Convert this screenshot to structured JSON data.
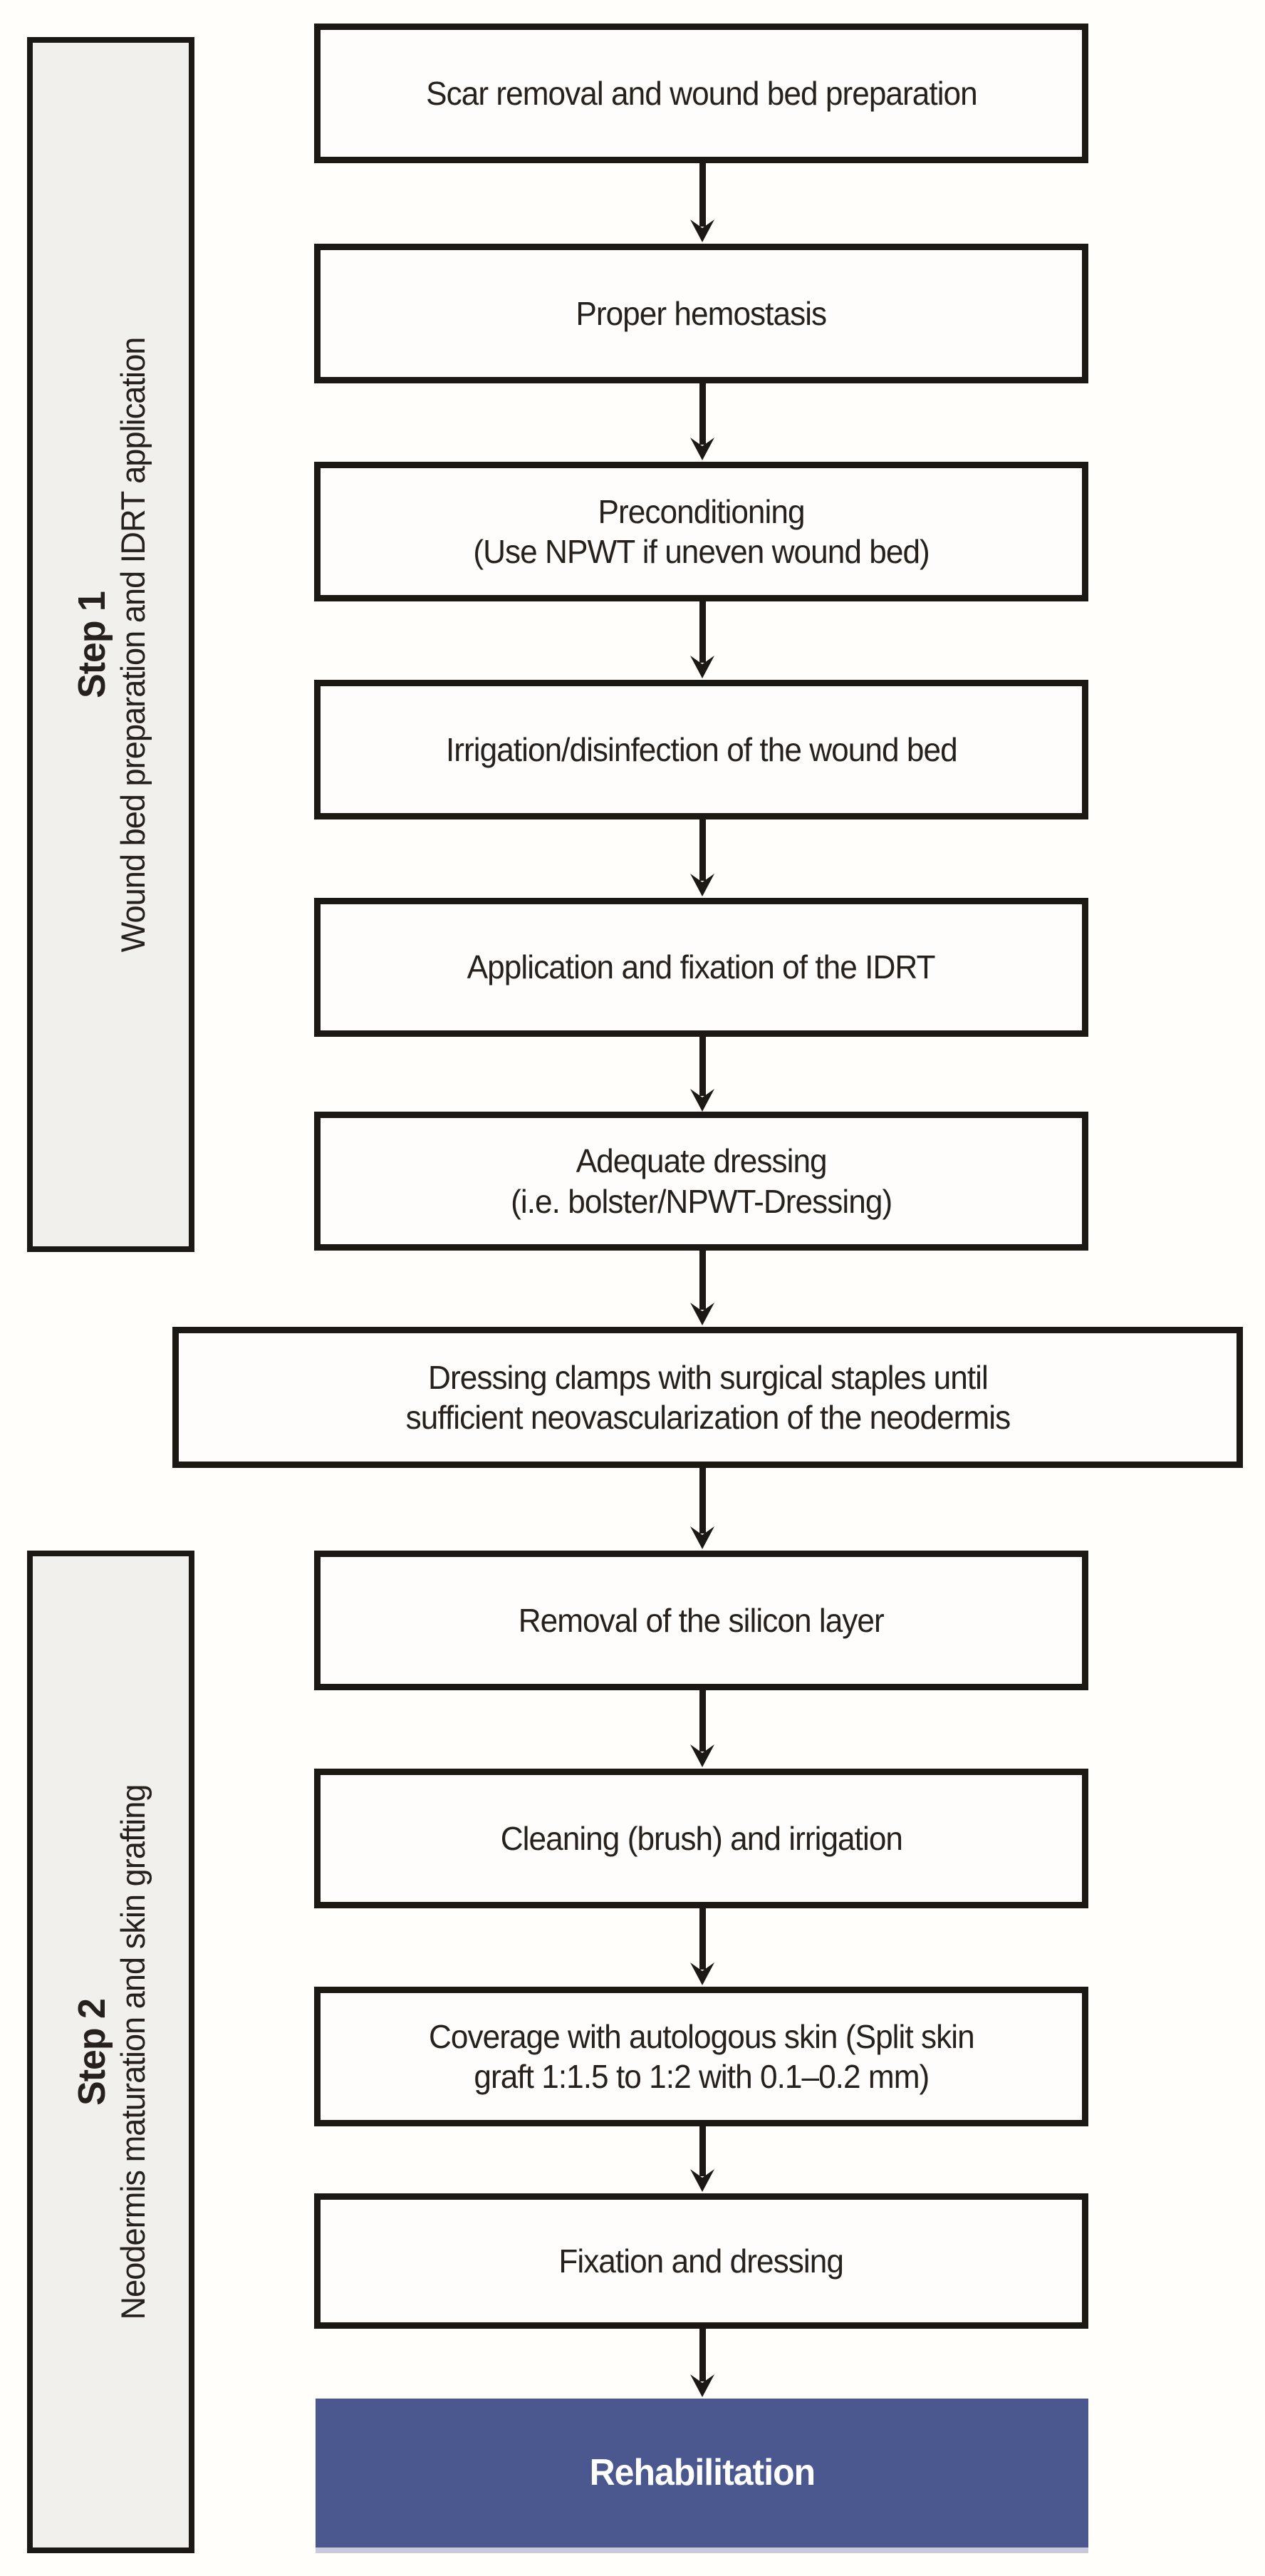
{
  "flow": {
    "colors": {
      "background": "#fffefa",
      "box_fill": "#fefdfb",
      "box_border": "#1c1813",
      "sidebar_fill": "#f2f0ec",
      "end_node_fill": "#4a588f",
      "end_node_text": "#ffffff",
      "end_node_bottom_edge": "#c9c9dc",
      "text": "#26211d"
    },
    "steps": [
      {
        "title": "Step 1",
        "subtitle": "Wound bed preparation and IDRT application"
      },
      {
        "title": "Step 2",
        "subtitle": "Neodermis maturation and skin grafting"
      }
    ],
    "nodes": [
      {
        "label": "Scar removal and wound bed preparation"
      },
      {
        "label": "Proper hemostasis"
      },
      {
        "label": "Preconditioning\n(Use NPWT if uneven wound bed)"
      },
      {
        "label": "Irrigation/disinfection of the wound bed"
      },
      {
        "label": "Application and fixation of the IDRT"
      },
      {
        "label": "Adequate dressing\n(i.e. bolster/NPWT-Dressing)"
      },
      {
        "label": "Dressing clamps with surgical staples until\nsufficient neovascularization of the neodermis"
      },
      {
        "label": "Removal of the silicon layer"
      },
      {
        "label": "Cleaning (brush) and irrigation"
      },
      {
        "label": "Coverage with autologous skin (Split skin\ngraft 1:1.5 to 1:2 with 0.1–0.2 mm)"
      },
      {
        "label": "Fixation and dressing"
      },
      {
        "label": "Rehabilitation"
      }
    ]
  }
}
